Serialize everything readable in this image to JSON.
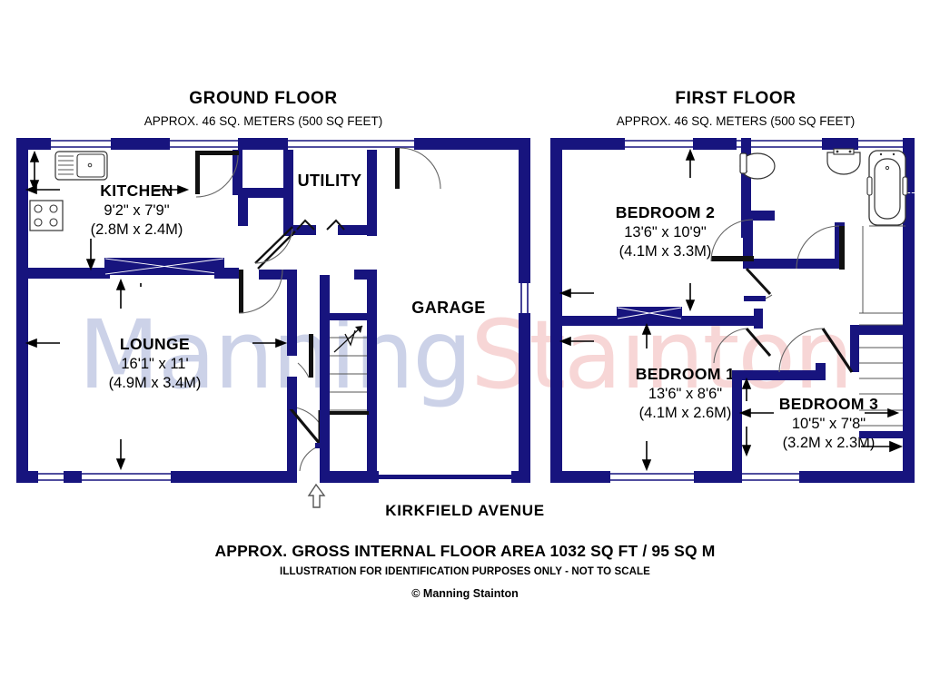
{
  "colors": {
    "wall": "#17147e",
    "fixture_outline": "#1a1a1a",
    "text": "#000000",
    "watermark_primary": "#ccd2e8",
    "watermark_secondary": "#f7d6d6",
    "background": "#ffffff"
  },
  "floors": [
    {
      "id": "ground",
      "title": "GROUND FLOOR",
      "subtitle": "APPROX. 46 SQ. METERS (500 SQ FEET)",
      "rooms": [
        {
          "id": "kitchen",
          "name": "KITCHEN",
          "dim_imperial": "9'2\" x 7'9\"",
          "dim_metric": "(2.8M x 2.4M)"
        },
        {
          "id": "utility",
          "name": "UTILITY",
          "dim_imperial": "",
          "dim_metric": ""
        },
        {
          "id": "lounge",
          "name": "LOUNGE",
          "dim_imperial": "16'1\" x 11'",
          "dim_metric": "(4.9M x 3.4M)"
        },
        {
          "id": "garage",
          "name": "GARAGE",
          "dim_imperial": "",
          "dim_metric": ""
        }
      ]
    },
    {
      "id": "first",
      "title": "FIRST FLOOR",
      "subtitle": "APPROX. 46 SQ. METERS (500 SQ FEET)",
      "rooms": [
        {
          "id": "bedroom2",
          "name": "BEDROOM 2",
          "dim_imperial": "13'6\" x 10'9\"",
          "dim_metric": "(4.1M x 3.3M)"
        },
        {
          "id": "bedroom1",
          "name": "BEDROOM 1",
          "dim_imperial": "13'6\" x 8'6\"",
          "dim_metric": "(4.1M x 2.6M)"
        },
        {
          "id": "bedroom3",
          "name": "BEDROOM 3",
          "dim_imperial": "10'5\" x 7'8\"",
          "dim_metric": "(3.2M x 2.3M)"
        }
      ]
    }
  ],
  "footer": {
    "street": "KIRKFIELD AVENUE",
    "area": "APPROX. GROSS INTERNAL FLOOR AREA 1032 SQ FT / 95 SQ M",
    "illustration_note": "ILLUSTRATION FOR IDENTIFICATION PURPOSES ONLY - NOT TO SCALE",
    "copyright": "© Manning Stainton"
  },
  "watermark": {
    "part1": "Manning",
    "part2": "Stainton"
  },
  "fixtures": [
    {
      "id": "kitchen-sink",
      "icon": "sink-icon",
      "floor": "ground"
    },
    {
      "id": "kitchen-hob",
      "icon": "hob-icon",
      "floor": "ground"
    },
    {
      "id": "stairs-up",
      "icon": "staircase-icon",
      "floor": "ground"
    },
    {
      "id": "entrance-arrow",
      "icon": "entrance-arrow-icon",
      "floor": "ground"
    },
    {
      "id": "bathroom-toilet",
      "icon": "toilet-icon",
      "floor": "first"
    },
    {
      "id": "bathroom-basin",
      "icon": "wash-basin-icon",
      "floor": "first"
    },
    {
      "id": "bathroom-bath",
      "icon": "bathtub-icon",
      "floor": "first"
    },
    {
      "id": "stairs-down",
      "icon": "staircase-icon",
      "floor": "first"
    }
  ]
}
